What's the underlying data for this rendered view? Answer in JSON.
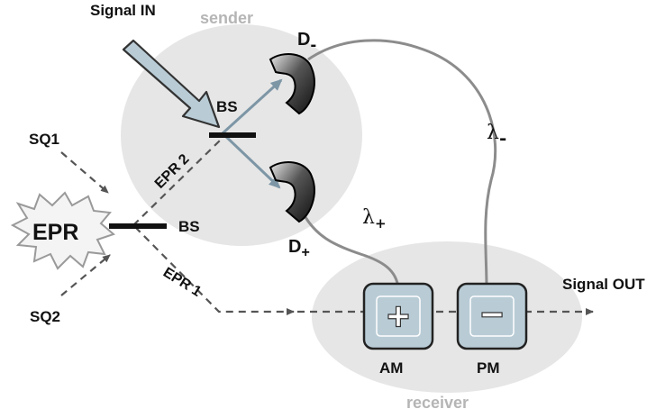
{
  "labels": {
    "signal_in": "Signal IN",
    "sender": "sender",
    "receiver": "receiver",
    "d_minus": "D",
    "d_minus_sub": "-",
    "d_plus": "D",
    "d_plus_sub": "+",
    "bs_top": "BS",
    "bs_bottom": "BS",
    "lambda_minus": "λ",
    "lambda_minus_sub": "-",
    "lambda_plus": "λ",
    "lambda_plus_sub": "+",
    "epr": "EPR",
    "epr1": "EPR 1",
    "epr2": "EPR 2",
    "sq1": "SQ1",
    "sq2": "SQ2",
    "am": "AM",
    "pm": "PM",
    "signal_out": "Signal OUT",
    "am_symbol": "+",
    "pm_symbol": "−"
  },
  "colors": {
    "region_fill": "#e6e6e6",
    "region_label": "#b5b5b5",
    "arrow_fill": "#b9ccd6",
    "beam": "#7d96a6",
    "box_fill": "#b9ccd6",
    "cable": "#8c8c8c",
    "dashed": "#555555",
    "detector_dark": "#1b1b1b"
  }
}
